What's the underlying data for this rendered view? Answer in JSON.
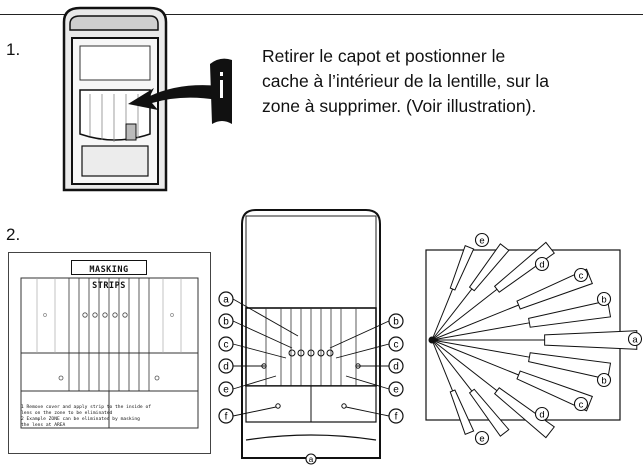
{
  "steps": [
    {
      "number": "1."
    },
    {
      "number": "2."
    }
  ],
  "instruction_lines": [
    "Retirer le capot et postionner le",
    "cache à l’intérieur de la lentille, sur la",
    "zone à supprimer. (Voir illustration)."
  ],
  "masking_sheet": {
    "title": "MASKING STRIPS",
    "notes": [
      "1  Remove cover and apply strip to the inside of",
      "   lens on the zone to be eliminated",
      "2  Example ZONE  can be eliminated by masking",
      "   the lens at AREA"
    ]
  },
  "zone_labels": {
    "a": "a",
    "b": "b",
    "c": "c",
    "d": "d",
    "e": "e",
    "f": "f"
  }
}
